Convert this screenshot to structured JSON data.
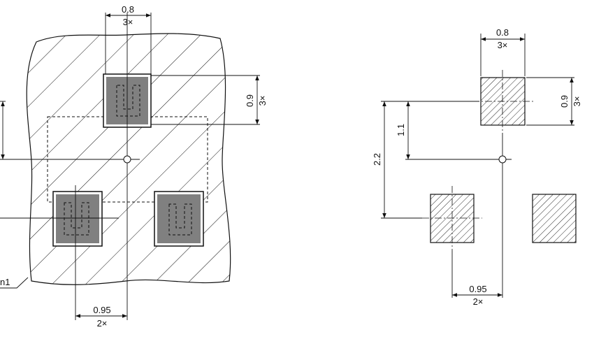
{
  "left_view": {
    "width_dim": {
      "value": "0.8",
      "count": "3×"
    },
    "height_dim": {
      "value": "0.9",
      "count": "3×"
    },
    "pitch_dim": {
      "value": "0.95",
      "count": "2×"
    },
    "callout_partial": "n1"
  },
  "right_view": {
    "width_dim": {
      "value": "0.8",
      "count": "3×"
    },
    "height_dim": {
      "value": "0.9",
      "count": "3×"
    },
    "offset_dim": {
      "value": "1.1"
    },
    "span_dim": {
      "value": "2.2"
    },
    "pitch_dim": {
      "value": "0.95",
      "count": "2×"
    }
  },
  "colors": {
    "line": "#111111",
    "pad_fill": "#808080",
    "hatch": "#111111",
    "background": "#ffffff"
  }
}
